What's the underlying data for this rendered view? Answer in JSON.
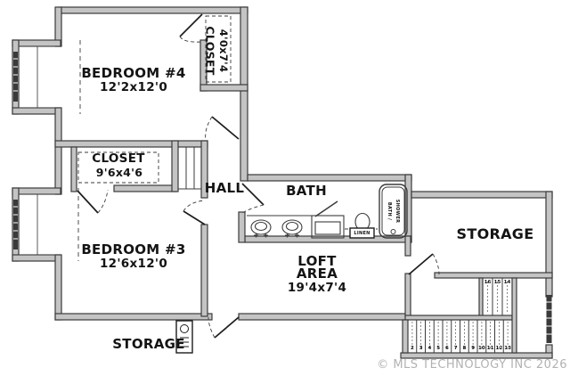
{
  "rooms": {
    "bedroom4": {
      "label": "BEDROOM #4",
      "dims": "12'2x12'0"
    },
    "closet4": {
      "label": "CLOSET",
      "dims": "4'0x7'4"
    },
    "closet3": {
      "label": "CLOSET",
      "dims": "9'6x4'6"
    },
    "hall": {
      "label": "HALL"
    },
    "bath": {
      "label": "BATH"
    },
    "bedroom3": {
      "label": "BEDROOM #3",
      "dims": "12'6x12'0"
    },
    "loft": {
      "label_line1": "LOFT",
      "label_line2": "AREA",
      "dims": "19'4x7'4"
    },
    "storage_right": {
      "label": "STORAGE"
    },
    "storage_bottom": {
      "label": "STORAGE"
    }
  },
  "fixtures": {
    "tub": {
      "label_line1": "BATH /",
      "label_line2": "SHOWER"
    },
    "linen": {
      "label": "LINEN"
    }
  },
  "stairs": {
    "lower_treads": [
      "2",
      "3",
      "4",
      "5",
      "6",
      "7",
      "8",
      "9",
      "10",
      "11",
      "12",
      "13"
    ],
    "upper_treads": [
      "16",
      "15",
      "14"
    ]
  },
  "watermark": "© MLS TECHNOLOGY INC 2026",
  "colors": {
    "wall_fill": "#c4c4c4",
    "line": "#3b3b3b",
    "watermark": "#b2b2b2"
  }
}
